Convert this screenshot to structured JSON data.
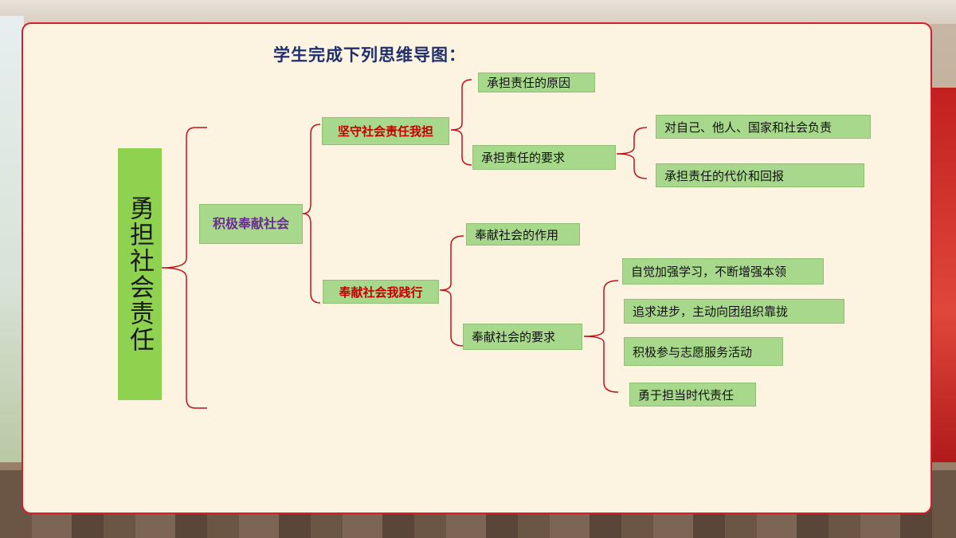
{
  "title": "学生完成下列思维导图：",
  "root": "勇担社会责任",
  "level1": "积极奉献社会",
  "branches": [
    {
      "label": "坚守社会责任我担",
      "children": [
        {
          "label": "承担责任的原因"
        },
        {
          "label": "承担责任的要求",
          "children": [
            "对自己、他人、国家和社会负责",
            "承担责任的代价和回报"
          ]
        }
      ]
    },
    {
      "label": "奉献社会我践行",
      "children": [
        {
          "label": "奉献社会的作用"
        },
        {
          "label": "奉献社会的要求",
          "children": [
            "自觉加强学习，不断增强本领",
            "追求进步，主动向团组织靠拢",
            "积极参与志愿服务活动",
            "勇于担当时代责任"
          ]
        }
      ]
    }
  ],
  "colors": {
    "node_fill": "#a8d88b",
    "root_fill": "#8ed24f",
    "line": "#c0121b",
    "card_border": "#d21f2b",
    "title": "#1f2f6b"
  }
}
